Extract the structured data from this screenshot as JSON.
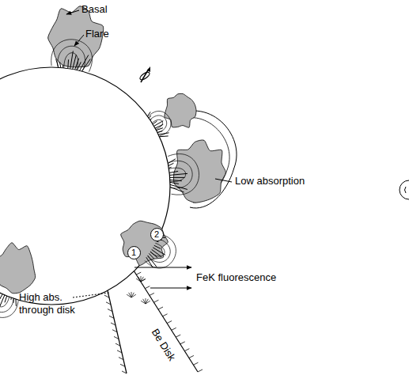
{
  "diagram": {
    "nodes": [
      {
        "text": [
          "1"
        ]
      },
      {
        "text": [
          "2"
        ]
      }
    ],
    "labels": [
      "Basal",
      "Flare",
      "Low absorption",
      "FeK fluorescence",
      "High abs. through disk",
      "Be Disk"
    ]
  }
}
